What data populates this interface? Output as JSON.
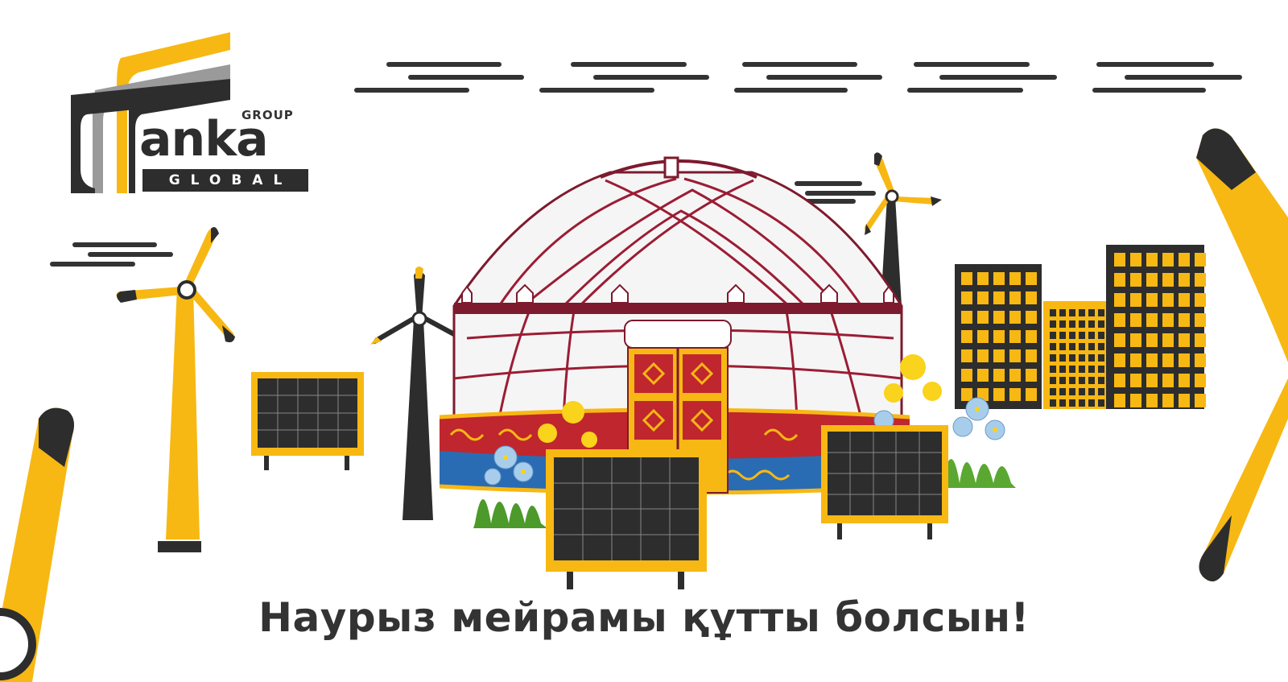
{
  "logo": {
    "group_text": "GROUP",
    "brand_text": "anka",
    "sub_text": "GLOBAL"
  },
  "greeting": "Наурыз мейрамы құтты болсын!",
  "colors": {
    "yellow": "#f7b813",
    "dark": "#2d2d2d",
    "maroon": "#7d1a2e",
    "red": "#c0262e",
    "blue": "#2a6cb3",
    "grass": "#4c9a2a"
  },
  "icons": [
    "wind-turbine-icon",
    "solar-panel-icon",
    "yurt-icon",
    "building-icon",
    "flower-icon",
    "cloud-lines-icon"
  ]
}
